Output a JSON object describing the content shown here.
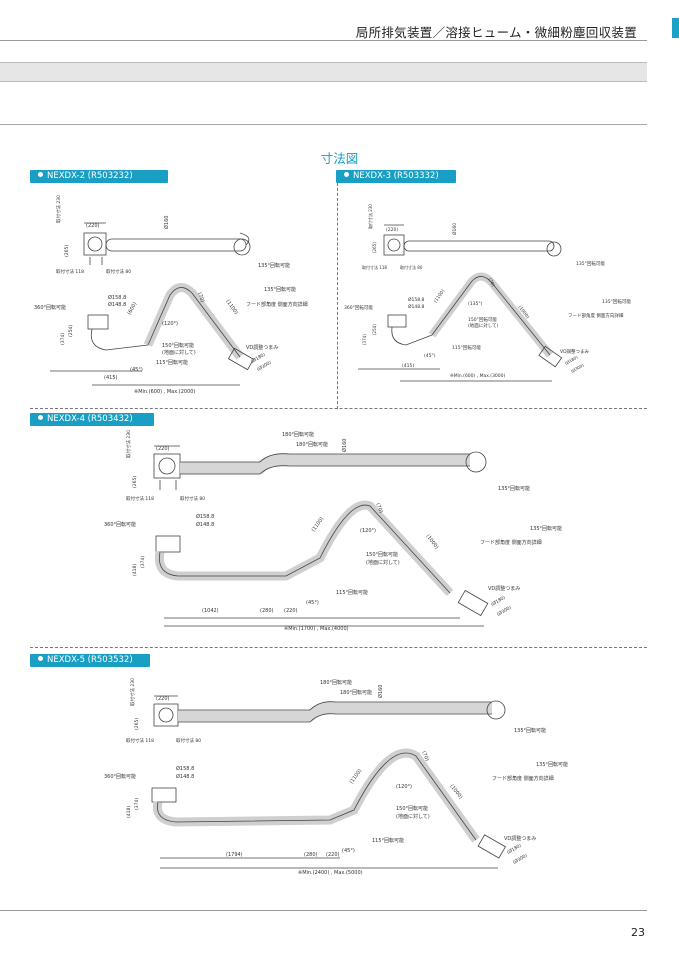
{
  "header": {
    "title": "局所排気装置／溶接ヒューム・微細粉塵回収装置",
    "accent_color": "#1aa3c6"
  },
  "section_title": "寸法図",
  "models": [
    {
      "label": "NEXDX-2 (R503232)",
      "top": {
        "width": "(220)",
        "diameter": "Ø160",
        "mount_v": "取付寸法\n230",
        "dim_265": "(265)",
        "mount_118": "取付寸法\n118",
        "mount_80": "取付寸法\n80",
        "rot_135": "135°回転可能"
      },
      "side": {
        "rot_360": "360°回転可能",
        "d1": "Ø158.8",
        "d2": "Ø148.8",
        "h374": "(374)",
        "h254": "(254)",
        "d600": "(600)",
        "d1100": "(1100)",
        "d70": "(70)",
        "a120": "(120°)",
        "rot_135": "135°回転可能",
        "hood": "フード部角度 側面方向詳細",
        "rot_150": "150°回転可能",
        "rot_150_note": "(地面に対して)",
        "rot_115": "115°回転可能",
        "a45": "(45°)",
        "w415": "(415)",
        "vd": "VD調整つまみ",
        "d180": "(Ø180)",
        "d300": "(Ø300)",
        "minmax": "※Min.(600) , Max.(2000)"
      }
    },
    {
      "label": "NEXDX-3 (R503332)",
      "top": {
        "width": "(220)",
        "diameter": "Ø160",
        "mount_v": "取付寸法\n230",
        "dim_265": "(265)",
        "mount_118": "取付寸法\n118",
        "mount_80": "取付寸法\n80",
        "rot_135": "135°回転可能"
      },
      "side": {
        "rot_360": "360°回転可能",
        "d1": "Ø158.8",
        "d2": "Ø148.8",
        "h374": "(374)",
        "h254": "(254)",
        "d1100": "(1100)",
        "d1000": "(1000)",
        "d70": "(70)",
        "a135": "(135°)",
        "rot_135": "135°回転可能",
        "hood": "フード部角度 側面方向詳細",
        "rot_150": "150°回転可能",
        "rot_150_note": "(地面に対して)",
        "rot_115": "115°回転可能",
        "a45": "(45°)",
        "w415": "(415)",
        "vd": "VD調整つまみ",
        "d180": "(Ø180)",
        "d300": "(Ø300)",
        "minmax": "※Min.(600) , Max.(3000)"
      }
    },
    {
      "label": "NEXDX-4 (R503432)",
      "top": {
        "width": "(220)",
        "diameter": "Ø160",
        "mount_v": "取付寸法\n230",
        "dim_265": "(265)",
        "mount_118": "取付寸法\n118",
        "mount_80": "取付寸法\n80",
        "rot_180a": "180°回転可能",
        "rot_180b": "180°回転可能",
        "rot_135": "135°回転可能"
      },
      "side": {
        "rot_360": "360°回転可能",
        "d1": "Ø158.8",
        "d2": "Ø148.8",
        "h418": "(418)",
        "h374": "(374)",
        "d1100": "(1100)",
        "d1000": "(1000)",
        "d70": "(70)",
        "a120": "(120°)",
        "rot_135": "135°回転可能",
        "hood": "フード部角度 側面方向詳細",
        "rot_150": "150°回転可能",
        "rot_150_note": "(地面に対して)",
        "rot_115": "115°回転可能",
        "a45": "(45°)",
        "w1042": "(1042)",
        "w280": "(280)",
        "w220": "(220)",
        "vd": "VD調整つまみ",
        "d180": "(Ø180)",
        "d300": "(Ø300)",
        "minmax": "※Min.(1700) , Max.(4000)"
      }
    },
    {
      "label": "NEXDX-5 (R503532)",
      "top": {
        "width": "(220)",
        "diameter": "Ø160",
        "mount_v": "取付寸法\n230",
        "dim_265": "(265)",
        "mount_118": "取付寸法\n118",
        "mount_80": "取付寸法\n80",
        "rot_180a": "180°回転可能",
        "rot_180b": "180°回転可能",
        "rot_135": "135°回転可能"
      },
      "side": {
        "rot_360": "360°回転可能",
        "d1": "Ø158.8",
        "d2": "Ø148.8",
        "h418": "(418)",
        "h374": "(374)",
        "d1100": "(1100)",
        "d1000": "(1000)",
        "d70": "(70)",
        "a120": "(120°)",
        "rot_135": "135°回転可能",
        "hood": "フード部角度 側面方向詳細",
        "rot_150": "150°回転可能",
        "rot_150_note": "(地面に対して)",
        "rot_115": "115°回転可能",
        "a45": "(45°)",
        "w1794": "(1794)",
        "w280": "(280)",
        "w220": "(220)",
        "vd": "VD調整つまみ",
        "d180": "(Ø180)",
        "d300": "(Ø300)",
        "minmax": "※Min.(2400) , Max.(5000)"
      }
    }
  ],
  "page_number": "23"
}
